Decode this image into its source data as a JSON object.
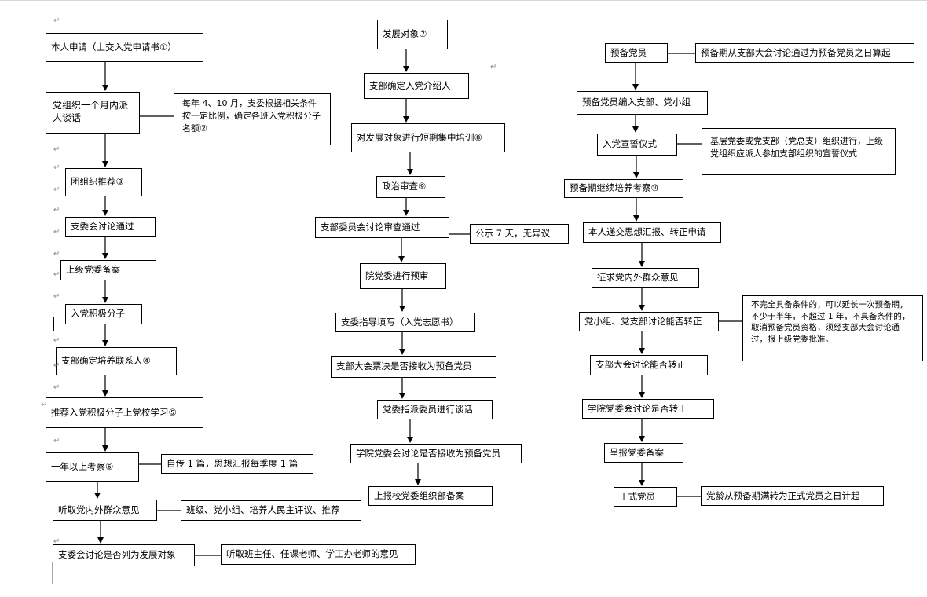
{
  "col1": {
    "nodes": [
      "本人申请（上交入党申请书①）",
      "党组织一个月内派人谈话",
      "团组织推荐③",
      "支委会讨论通过",
      "上级党委备案",
      "入党积极分子",
      "支部确定培养联系人④",
      "推荐入党积极分子上党校学习⑤",
      "一年以上考察⑥",
      "听取党内外群众意见",
      "支委会讨论是否列为发展对象"
    ],
    "notes": [
      "每年 4、10 月，支委根据相关条件按一定比例，确定各班入党积极分子名额②",
      "自传 1 篇，思想汇报每季度 1 篇",
      "班级、党小组、培养人民主评议、推荐",
      "听取班主任、任课老师、学工办老师的意见"
    ]
  },
  "col2": {
    "nodes": [
      "发展对象⑦",
      "支部确定入党介绍人",
      "对发展对象进行短期集中培训⑧",
      "政治审查⑨",
      "支部委员会讨论审查通过",
      "院党委进行预审",
      "支委指导填写（入党志愿书）",
      "支部大会票决是否接收为预备党员",
      "党委指派委员进行谈话",
      "学院党委会讨论是否接收为预备党员",
      "上报校党委组织部备案"
    ],
    "notes": [
      "公示 7 天，无异议"
    ]
  },
  "col3": {
    "nodes": [
      "预备党员",
      "预备党员编入支部、党小组",
      "入党宣誓仪式",
      "预备期继续培养考察⑩",
      "本人递交思想汇报、转正申请",
      "征求党内外群众意见",
      "党小组、党支部讨论能否转正",
      "支部大会讨论能否转正",
      "学院党委会讨论是否转正",
      "呈报党委备案",
      "正式党员"
    ],
    "notes": [
      "预备期从支部大会讨论通过为预备党员之日算起",
      "基层党委或党支部（党总支）组织进行，上级党组织应派人参加支部组织的宣誓仪式",
      "不完全具备条件的，可以延长一次预备期，不少于半年，不超过 1 年，不具备条件的，取消预备党员资格，须经支部大会讨论通过，报上级党委批准。",
      "党龄从预备期满转为正式党员之日计起"
    ]
  },
  "format_mark": "↵"
}
